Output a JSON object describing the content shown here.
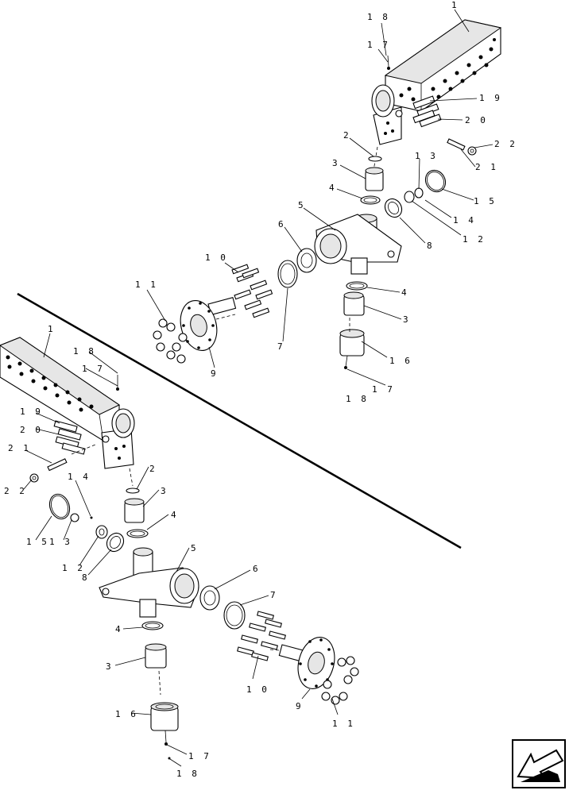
{
  "diagram": {
    "upper_assembly_callouts": {
      "p1": "1",
      "p2": "2",
      "p3a": "3",
      "p3b": "3",
      "p4a": "4",
      "p4b": "4",
      "p5": "5",
      "p6": "6",
      "p7": "7",
      "p8": "8",
      "p9": "9",
      "p10": "1 0",
      "p11": "1 1",
      "p12": "1 2",
      "p13": "1 3",
      "p14": "1 4",
      "p15": "1 5",
      "p16": "1 6",
      "p17a": "1 7",
      "p17b": "1 7",
      "p18a": "1 8",
      "p18b": "1 8",
      "p19": "1 9",
      "p20": "2 0",
      "p21": "2 1",
      "p22": "2 2"
    },
    "lower_assembly_callouts": {
      "p1": "1",
      "p2": "2",
      "p3a": "3",
      "p3b": "3",
      "p4a": "4",
      "p4b": "4",
      "p5": "5",
      "p6": "6",
      "p7": "7",
      "p8": "8",
      "p9": "9",
      "p10": "1 0",
      "p11": "1 1",
      "p12": "1 2",
      "p13": "1 3",
      "p14": "1 4",
      "p15": "1 5",
      "p16": "1 6",
      "p17a": "1 7",
      "p17b": "1 7",
      "p18a": "1 8",
      "p18b": "1 8",
      "p19": "1 9",
      "p20": "2 0",
      "p21": "2 1",
      "p22": "2 2"
    }
  },
  "nav": {
    "icon": "next-page-arrow-icon"
  }
}
